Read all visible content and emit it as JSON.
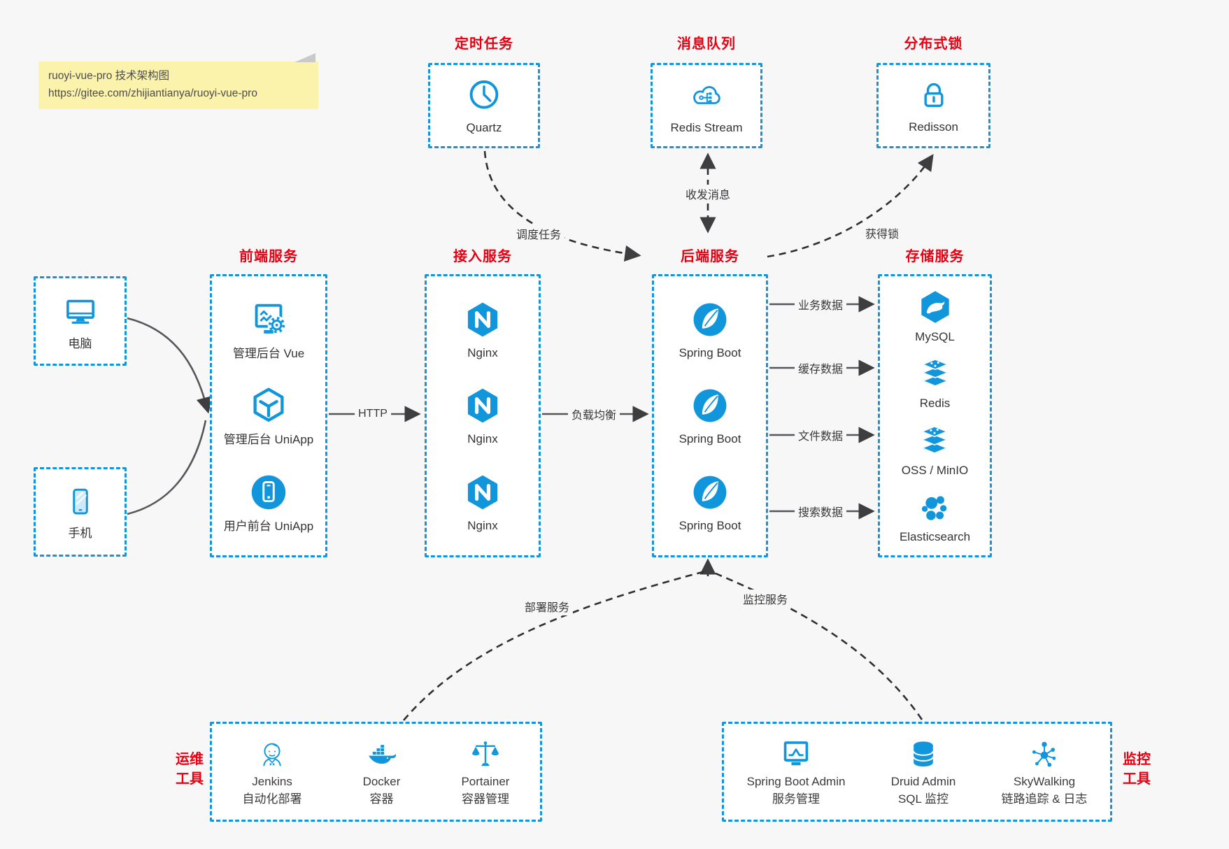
{
  "colors": {
    "blue": "#1296db",
    "red": "#e60012",
    "solid_line": "#55555a",
    "dashed_line": "#2f2f31",
    "note_bg": "#fbf2ab"
  },
  "note": {
    "line1": "ruoyi-vue-pro 技术架构图",
    "line2": "https://gitee.com/zhijiantianya/ruoyi-vue-pro"
  },
  "top_groups": [
    {
      "title": "定时任务",
      "node": {
        "icon": "clock-icon",
        "label": "Quartz"
      }
    },
    {
      "title": "消息队列",
      "node": {
        "icon": "cloud-stream-icon",
        "label": "Redis Stream"
      }
    },
    {
      "title": "分布式锁",
      "node": {
        "icon": "lock-icon",
        "label": "Redisson"
      }
    }
  ],
  "clients": [
    {
      "icon": "desktop-icon",
      "label": "电脑"
    },
    {
      "icon": "smartphone-icon",
      "label": "手机"
    }
  ],
  "columns": [
    {
      "title": "前端服务",
      "nodes": [
        {
          "icon": "admin-vue-icon",
          "label": "管理后台 Vue"
        },
        {
          "icon": "uniapp-cube-icon",
          "label": "管理后台 UniApp"
        },
        {
          "icon": "mobile-app-icon",
          "label": "用户前台 UniApp"
        }
      ]
    },
    {
      "title": "接入服务",
      "nodes": [
        {
          "icon": "nginx-icon",
          "label": "Nginx"
        },
        {
          "icon": "nginx-icon",
          "label": "Nginx"
        },
        {
          "icon": "nginx-icon",
          "label": "Nginx"
        }
      ]
    },
    {
      "title": "后端服务",
      "nodes": [
        {
          "icon": "spring-boot-icon",
          "label": "Spring Boot"
        },
        {
          "icon": "spring-boot-icon",
          "label": "Spring Boot"
        },
        {
          "icon": "spring-boot-icon",
          "label": "Spring Boot"
        }
      ]
    },
    {
      "title": "存储服务",
      "nodes": [
        {
          "icon": "mysql-icon",
          "label": "MySQL"
        },
        {
          "icon": "redis-stack-icon",
          "label": "Redis"
        },
        {
          "icon": "oss-stack-icon",
          "label": "OSS / MinIO"
        },
        {
          "icon": "elasticsearch-icon",
          "label": "Elasticsearch"
        }
      ]
    }
  ],
  "bottom_groups": [
    {
      "side": [
        "运维",
        "工具"
      ],
      "items": [
        {
          "icon": "jenkins-icon",
          "name": "Jenkins",
          "desc": "自动化部署"
        },
        {
          "icon": "docker-icon",
          "name": "Docker",
          "desc": "容器"
        },
        {
          "icon": "portainer-icon",
          "name": "Portainer",
          "desc": "容器管理"
        }
      ]
    },
    {
      "side": [
        "监控",
        "工具"
      ],
      "items": [
        {
          "icon": "spring-boot-admin-icon",
          "name": "Spring Boot Admin",
          "desc": "服务管理"
        },
        {
          "icon": "druid-icon",
          "name": "Druid Admin",
          "desc": "SQL 监控"
        },
        {
          "icon": "skywalking-icon",
          "name": "SkyWalking",
          "desc": "链路追踪 & 日志"
        }
      ]
    }
  ],
  "edges": {
    "http": "HTTP",
    "load_balance": "负载均衡",
    "biz_data": "业务数据",
    "cache_data": "缓存数据",
    "file_data": "文件数据",
    "search_data": "搜索数据",
    "schedule": "调度任务",
    "messages": "收发消息",
    "acquire_lock": "获得锁",
    "deploy": "部署服务",
    "monitor": "监控服务"
  }
}
